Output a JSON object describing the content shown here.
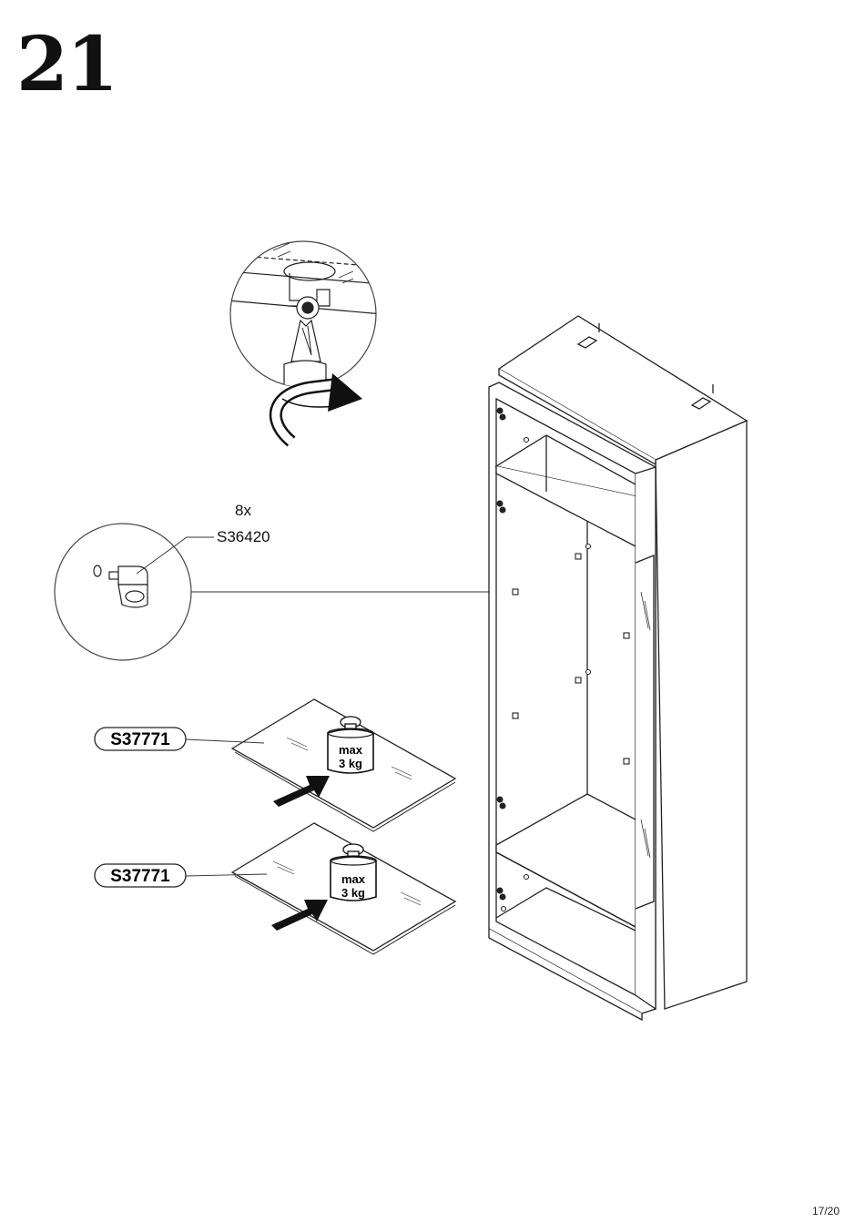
{
  "step": {
    "number": "21"
  },
  "hardware": {
    "quantity": "8x",
    "code": "S36420"
  },
  "shelves": [
    {
      "code": "S37771",
      "load": {
        "line1": "max",
        "line2": "3 kg"
      }
    },
    {
      "code": "S37771",
      "load": {
        "line1": "max",
        "line2": "3 kg"
      }
    }
  ],
  "page": {
    "number": "17/20"
  }
}
